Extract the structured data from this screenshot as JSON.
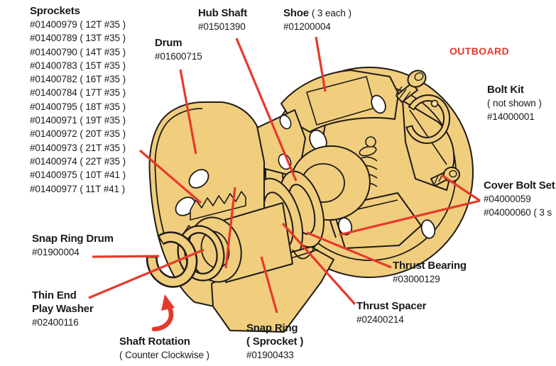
{
  "diagram": {
    "orientation_label": "OUTBOARD",
    "labels": {
      "sprockets": {
        "title": "Sprockets",
        "items": [
          "#01400979 ( 12T #35 )",
          "#01400789 ( 13T #35 )",
          "#01400790 ( 14T #35 )",
          "#01400783 ( 15T #35 )",
          "#01400782 ( 16T #35 )",
          "#01400784 ( 17T #35 )",
          "#01400795 ( 18T #35 )",
          "#01400971 ( 19T #35 )",
          "#01400972 ( 20T #35 )",
          "#01400973 ( 21T #35 )",
          "#01400974 ( 22T #35 )",
          "#01400975 ( 10T #41 )",
          "#01400977 ( 11T #41 )"
        ]
      },
      "drum": {
        "title": "Drum",
        "part": "#01600715"
      },
      "hub_shaft": {
        "title": "Hub Shaft",
        "part": "#01501390"
      },
      "shoe": {
        "title": "Shoe",
        "qualifier": "( 3 each )",
        "part": "#01200004"
      },
      "bolt_kit": {
        "title": "Bolt Kit",
        "qualifier": "( not shown )",
        "part": "#14000001"
      },
      "cover_bolt_set": {
        "title": "Cover Bolt Set",
        "part1": "#04000059",
        "part2": "#04000060 ( 3 s"
      },
      "thrust_bearing": {
        "title": "Thrust Bearing",
        "part": "#03000129"
      },
      "thrust_spacer": {
        "title": "Thrust Spacer",
        "part": "#02400214"
      },
      "snap_ring_sprocket": {
        "title": "Snap Ring",
        "qualifier": "( Sprocket )",
        "part": "#01900433"
      },
      "snap_ring_drum": {
        "title": "Snap Ring Drum",
        "part": "#01900004"
      },
      "thin_end_play_washer": {
        "title_line1": "Thin End",
        "title_line2": "Play Washer",
        "part": "#02400116"
      },
      "shaft_rotation": {
        "title": "Shaft Rotation",
        "qualifier": "( Counter Clockwise )"
      }
    },
    "colors": {
      "body_fill": "#F0CE7E",
      "outline": "#1F1A17",
      "leader_red": "#E6392B"
    }
  }
}
